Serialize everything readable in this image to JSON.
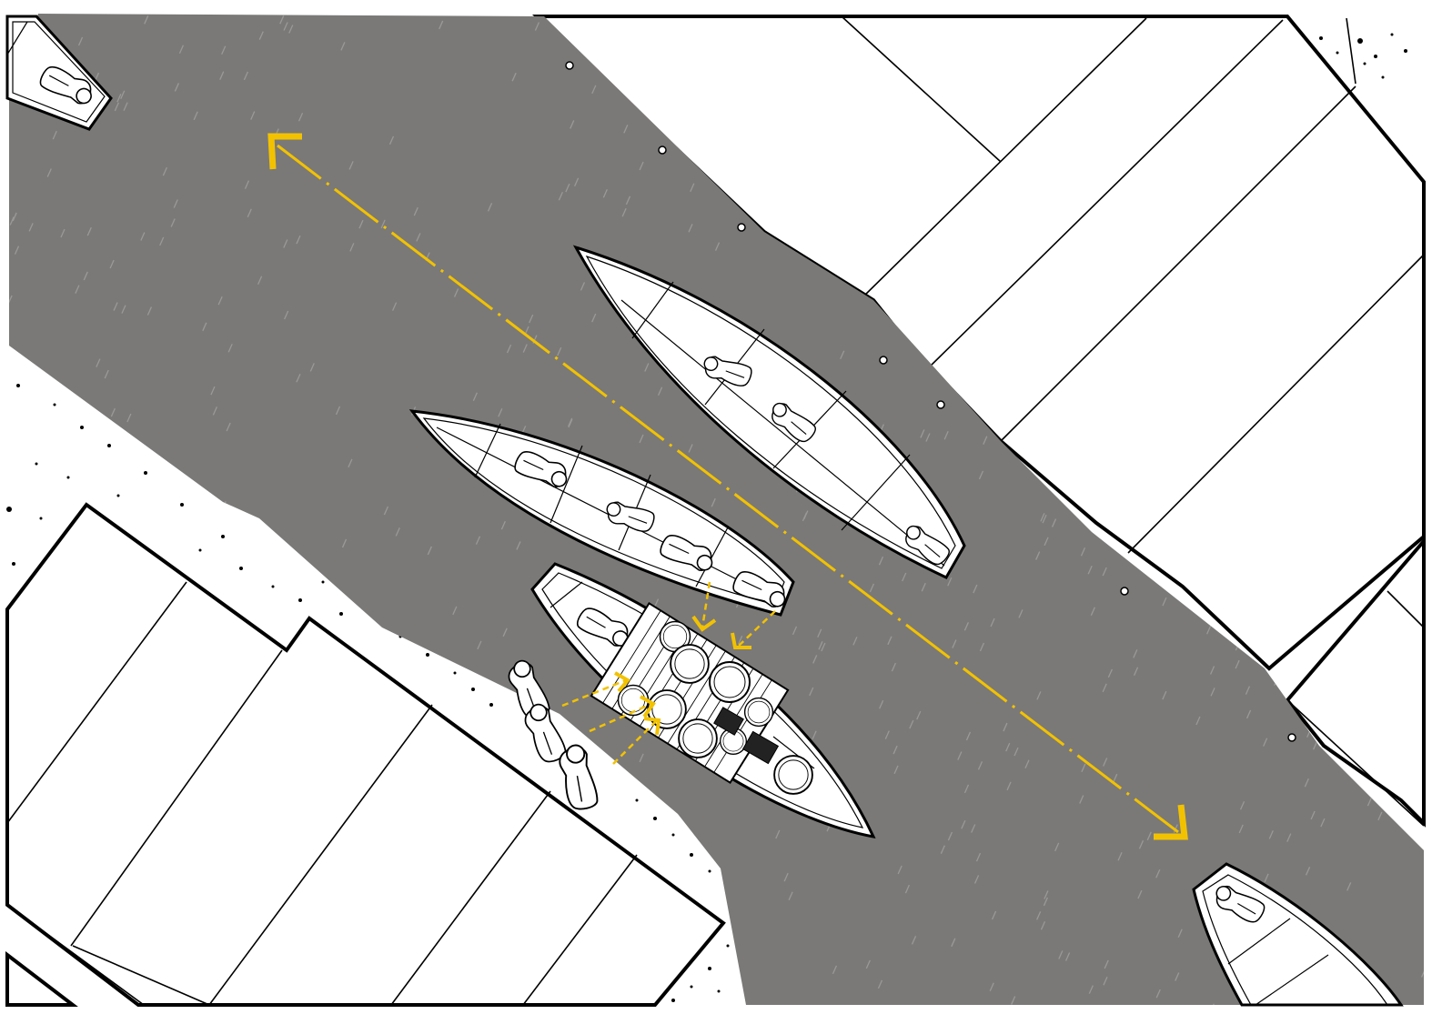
{
  "palette": {
    "water": "#7a7978",
    "water_mark": "#9a9998",
    "land": "#ffffff",
    "line": "#000000",
    "accent": "#f2c200"
  },
  "icons": {
    "flow_arrow": "double-headed-flow-arrow",
    "person": "person-top-view-icon",
    "basket": "round-basket-icon",
    "crate": "crate-icon",
    "exchange_arrow": "exchange-arrow-icon"
  },
  "scene": {
    "boats": [
      {
        "name": "moored-boat-top-left",
        "people": 1
      },
      {
        "name": "boat-upper-right",
        "people": 3
      },
      {
        "name": "boat-middle",
        "people": 4
      },
      {
        "name": "vendor-boat",
        "people": 1,
        "baskets": 9,
        "crates": 2
      },
      {
        "name": "boat-bottom-right",
        "people": 1
      }
    ],
    "shore_people": 3
  }
}
